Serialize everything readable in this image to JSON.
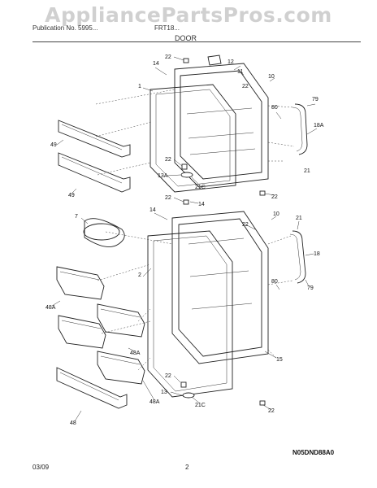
{
  "watermark": "AppliancePartsPros.com",
  "header": {
    "left": "Publication No. 5995...",
    "right": "FRT18...",
    "section": "DOOR"
  },
  "callouts": [
    "22",
    "12",
    "14",
    "11",
    "1",
    "22",
    "10",
    "80",
    "79",
    "18A",
    "49",
    "21",
    "49",
    "22",
    "13A",
    "21C",
    "22",
    "22",
    "14",
    "22",
    "10",
    "14",
    "7",
    "21",
    "18",
    "2",
    "80",
    "79",
    "48A",
    "48A",
    "15",
    "48A",
    "22",
    "13",
    "21C",
    "48",
    "22"
  ],
  "diagram_code": "N05DND88A0",
  "footer": {
    "date": "03/09",
    "page": "2"
  }
}
